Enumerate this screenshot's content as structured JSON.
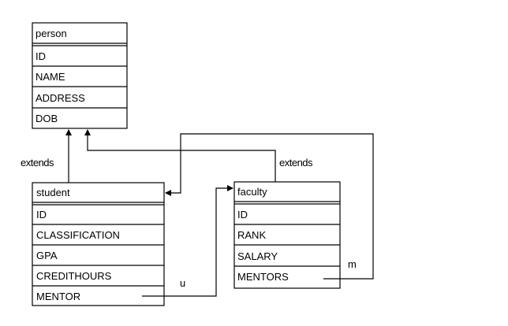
{
  "entities": {
    "person": {
      "title": "person",
      "attributes": [
        "ID",
        "NAME",
        "ADDRESS",
        "DOB"
      ]
    },
    "student": {
      "title": "student",
      "attributes": [
        "ID",
        "CLASSIFICATION",
        "GPA",
        "CREDITHOURS",
        "MENTOR"
      ]
    },
    "faculty": {
      "title": "faculty",
      "attributes": [
        "ID",
        "RANK",
        "SALARY",
        "MENTORS"
      ]
    }
  },
  "relations": {
    "student_extends": "extends",
    "faculty_extends": "extends",
    "mentor_u": "u",
    "mentors_m": "m"
  }
}
